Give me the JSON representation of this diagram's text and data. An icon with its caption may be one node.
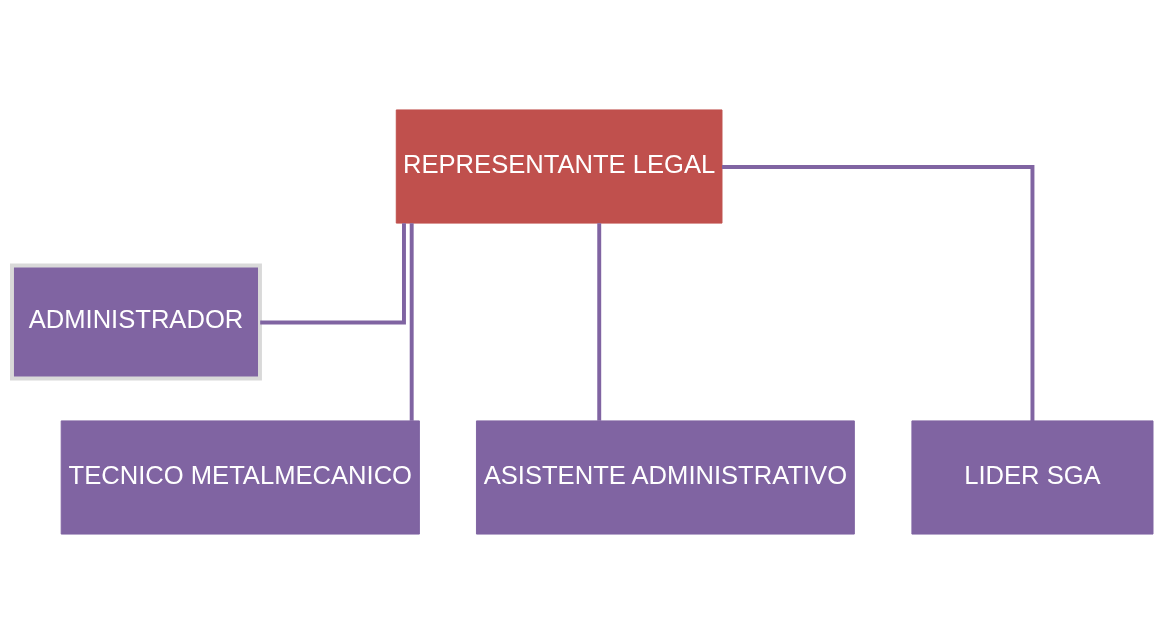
{
  "diagram": {
    "nodes": [
      {
        "text": [
          "REPRESENTANTE LEGAL"
        ]
      },
      {
        "text": [
          "ADMINISTRADOR"
        ]
      },
      {
        "text": [
          "TECNICO METALMECANICO"
        ]
      },
      {
        "text": [
          "ASISTENTE ADMINISTRATIVO"
        ]
      },
      {
        "text": [
          "LIDER SGA"
        ]
      }
    ],
    "edges": [
      {
        "from": 0,
        "to": 1,
        "arrow": "none"
      },
      {
        "from": 0,
        "to": 2,
        "arrow": "none"
      },
      {
        "from": 0,
        "to": 3,
        "arrow": "none"
      },
      {
        "from": 0,
        "to": 4,
        "arrow": "none"
      }
    ]
  }
}
